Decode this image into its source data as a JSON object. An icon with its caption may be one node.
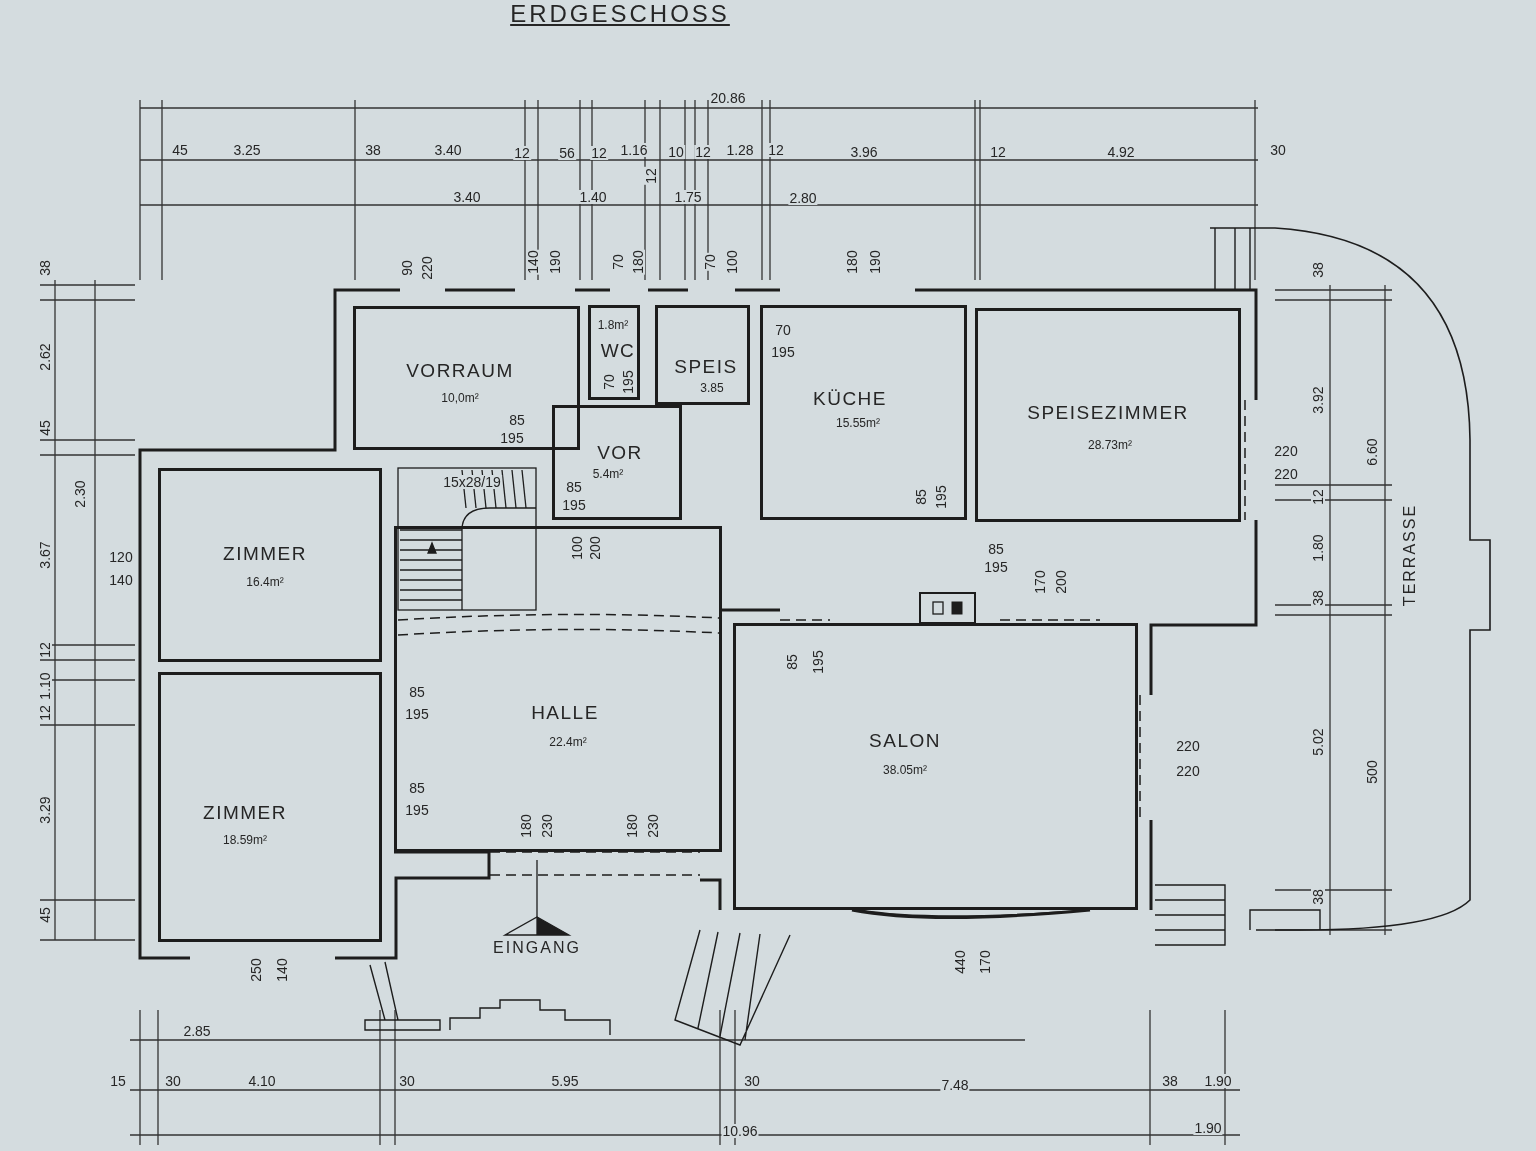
{
  "diagram": {
    "title": "ERDGESCHOSS",
    "nodes": [
      {
        "text": [
          "VORRAUM",
          "10,0m²"
        ]
      },
      {
        "text": [
          "1.8m²",
          "WC"
        ]
      },
      {
        "text": [
          "SPEIS",
          "3.85"
        ]
      },
      {
        "text": [
          "VOR",
          "5.4m²"
        ]
      },
      {
        "text": [
          "KÜCHE",
          "15.55m²"
        ]
      },
      {
        "text": [
          "SPEISEZIMMER",
          "28.73m²"
        ]
      },
      {
        "text": [
          "ZIMMER",
          "16.4m²"
        ]
      },
      {
        "text": [
          "HALLE",
          "22.4m²"
        ]
      },
      {
        "text": [
          "SALON",
          "38.05m²"
        ]
      },
      {
        "text": [
          "ZIMMER",
          "18.59m²"
        ]
      }
    ],
    "labels": [
      "20.86",
      "45",
      "3.25",
      "38",
      "3.40",
      "12",
      "56",
      "12",
      "1.16",
      "10",
      "12",
      "1.28",
      "12",
      "3.96",
      "12",
      "4.92",
      "30",
      "12",
      "3.40",
      "1.40",
      "1.75",
      "2.80",
      "90",
      "220",
      "140",
      "190",
      "70",
      "180",
      "70",
      "100",
      "180",
      "190",
      "38",
      "2.62",
      "45",
      "2.30",
      "3.67",
      "12",
      "1.10",
      "12",
      "3.29",
      "45",
      "70",
      "195",
      "70",
      "195",
      "85",
      "195",
      "15x28/19",
      "85",
      "195",
      "100",
      "200",
      "85",
      "195",
      "85",
      "195",
      "170",
      "200",
      "220",
      "220",
      "120",
      "140",
      "85",
      "195",
      "85",
      "195",
      "180",
      "230",
      "180",
      "230",
      "EINGANG",
      "85",
      "195",
      "220",
      "220",
      "250",
      "140",
      "440",
      "170",
      "38",
      "3.92",
      "6.60",
      "12",
      "1.80",
      "38",
      "5.02",
      "500",
      "38",
      "TERRASSE",
      "2.85",
      "15",
      "30",
      "4.10",
      "30",
      "5.95",
      "30",
      "7.48",
      "38",
      "1.90",
      "10.96",
      "1.90"
    ]
  }
}
